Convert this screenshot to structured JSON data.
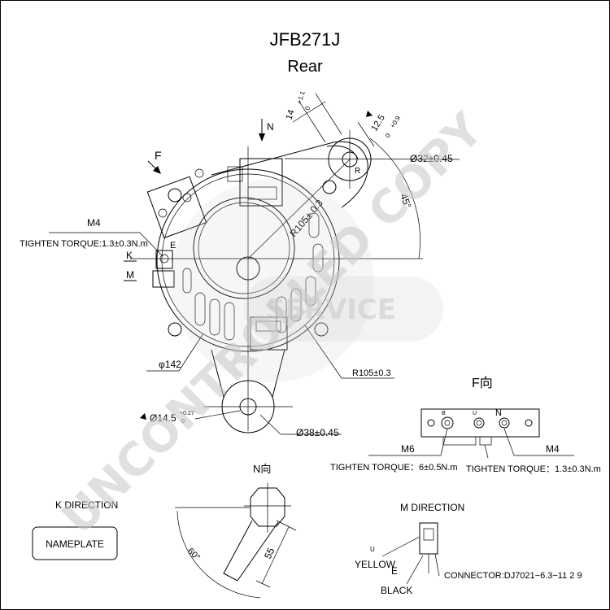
{
  "title": {
    "model": "JFB271J",
    "view": "Rear"
  },
  "watermark": {
    "text": "UNCONTROLLED COPY",
    "service": "SERVICE"
  },
  "labels": {
    "dim_14": "14",
    "dim_14_tol": "+1.1",
    "dim_14_tol2": "0",
    "n_arrow": "N",
    "f_arrow": "F",
    "dim_12_5": "12.5",
    "dim_12_5_tol": "+0.9",
    "dim_12_5_tol2": "0",
    "dia_32": "Ø32±0.45",
    "r_mark": "R",
    "angle_45": "45°",
    "r105_03": "R105± 0.3",
    "m4_left": "M4",
    "torque_left": "TIGHTEN TORQUE:1.3±0.3N.m",
    "e_left": "E",
    "k_mark": "K",
    "m_mark": "M",
    "phi142": "φ142",
    "r105_bottom": "R105±0.3",
    "dia_14_5": "Ø14.5",
    "dia_14_5_tol": "+0.27",
    "dia_14_5_tol2": "0",
    "dia_38": "Ø38±0.45",
    "f_view": "F向",
    "b_terminal": "B",
    "u_terminal": "U",
    "n_terminal": "N",
    "m6": "M6",
    "torque_m6": "TIGHTEN TORQUE：6±0.5N.m",
    "m4_right": "M4",
    "torque_m4": "TIGHTEN TORQUE：1.3±0.3N.m",
    "n_view": "N向",
    "angle_60": "60°",
    "dim_55": "55",
    "k_direction": "K DIRECTION",
    "nameplate": "NAMEPLATE",
    "m_direction": "M DIRECTION",
    "u_wire": "U",
    "yellow": "YELLOW",
    "e_wire": "E",
    "black": "BLACK",
    "connector": "CONNECTOR:DJ7021−6.3−11 2 9"
  }
}
